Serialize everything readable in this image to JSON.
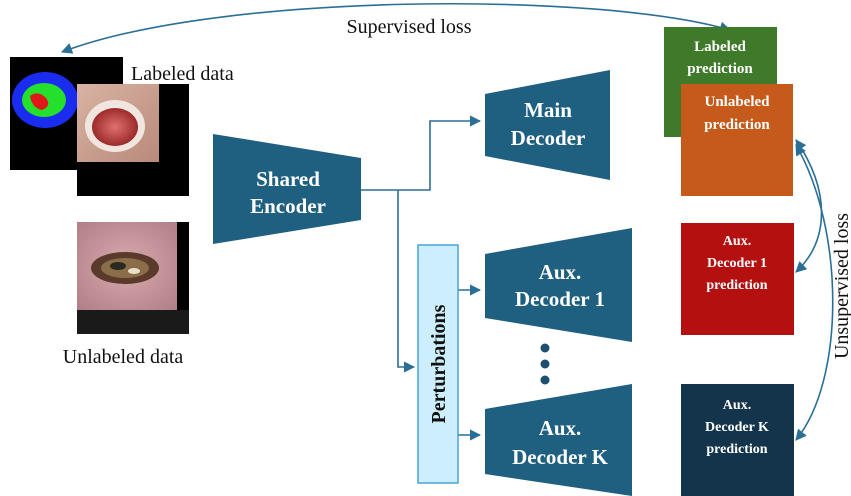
{
  "labels": {
    "supervised_loss": "Supervised loss",
    "unsupervised_loss": "Unsupervised loss",
    "labeled_data": "Labeled data",
    "unlabeled_data": "Unlabeled data"
  },
  "blocks": {
    "shared_encoder": [
      "Shared",
      "Encoder"
    ],
    "main_decoder": [
      "Main",
      "Decoder"
    ],
    "aux_decoder_1": [
      "Aux.",
      "Decoder 1"
    ],
    "aux_decoder_k": [
      "Aux.",
      "Decoder K"
    ],
    "perturbations": "Perturbations"
  },
  "predictions": {
    "labeled": [
      "Labeled",
      "prediction"
    ],
    "unlabeled": [
      "Unlabeled",
      "prediction"
    ],
    "aux1": [
      "Aux.",
      "Decoder 1",
      "prediction"
    ],
    "auxk": [
      "Aux.",
      "Decoder K",
      "prediction"
    ]
  },
  "colors": {
    "block_blue": "#1f5f80",
    "perturb_fill": "#cdeefc",
    "perturb_stroke": "#4aa3d6",
    "green": "#3f7a2a",
    "orange": "#c55a1a",
    "red": "#b51010",
    "navy": "#13344a",
    "arrow": "#2b6f96"
  }
}
